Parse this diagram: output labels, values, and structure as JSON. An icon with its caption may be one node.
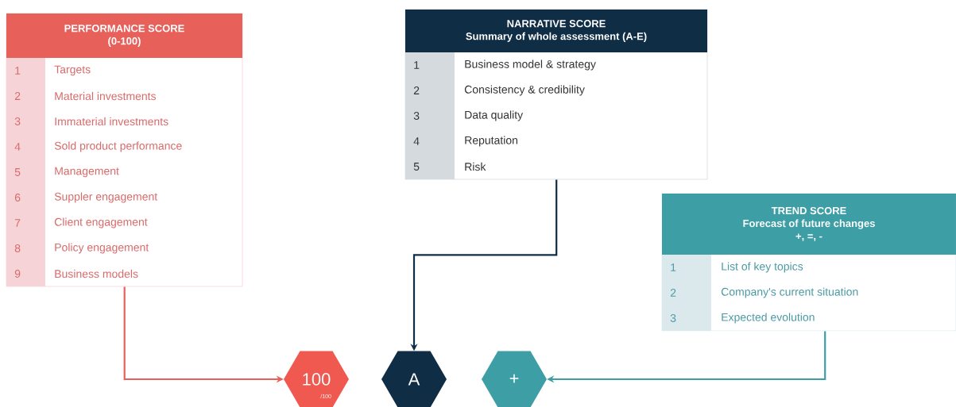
{
  "diagram": {
    "nodes": [
      {
        "text": [
          "PERFORMANCE SCORE",
          "(0-100)"
        ]
      },
      {
        "text": [
          "1",
          "Targets"
        ],
        "in": 0
      },
      {
        "text": [
          "2",
          "Material investments"
        ],
        "in": 0
      },
      {
        "text": [
          "3",
          "Immaterial investments"
        ],
        "in": 0
      },
      {
        "text": [
          "4",
          "Sold product performance"
        ],
        "in": 0
      },
      {
        "text": [
          "5",
          "Management"
        ],
        "in": 0
      },
      {
        "text": [
          "6",
          "Suppler engagement"
        ],
        "in": 0
      },
      {
        "text": [
          "7",
          "Client engagement"
        ],
        "in": 0
      },
      {
        "text": [
          "8",
          "Policy engagement"
        ],
        "in": 0
      },
      {
        "text": [
          "9",
          "Business models"
        ],
        "in": 0
      },
      {
        "text": [
          "NARRATIVE SCORE",
          "Summary of whole assessment (A-E)"
        ]
      },
      {
        "text": [
          "1",
          "Business model & strategy"
        ],
        "in": 10
      },
      {
        "text": [
          "2",
          "Consistency & credibility"
        ],
        "in": 10
      },
      {
        "text": [
          "3",
          "Data quality"
        ],
        "in": 10
      },
      {
        "text": [
          "4",
          "Reputation"
        ],
        "in": 10
      },
      {
        "text": [
          "5",
          "Risk"
        ],
        "in": 10
      },
      {
        "text": [
          "TREND SCORE",
          "Forecast of future changes",
          "+, =, -"
        ]
      },
      {
        "text": [
          "1",
          "List of key topics"
        ],
        "in": 16
      },
      {
        "text": [
          "2",
          "Company's current situation"
        ],
        "in": 16
      },
      {
        "text": [
          "3",
          "Expected evolution"
        ],
        "in": 16
      },
      {
        "text": [
          "100",
          "/100"
        ]
      },
      {
        "text": [
          "A"
        ]
      },
      {
        "text": [
          "+"
        ]
      }
    ],
    "edges": [
      {
        "from": 0,
        "to": 20,
        "arrow": "to",
        "color": "#e8605a"
      },
      {
        "from": 10,
        "to": 21,
        "arrow": "to",
        "color": "#0f2d45"
      },
      {
        "from": 16,
        "to": 22,
        "arrow": "to",
        "color": "#3e9ea5"
      }
    ]
  }
}
